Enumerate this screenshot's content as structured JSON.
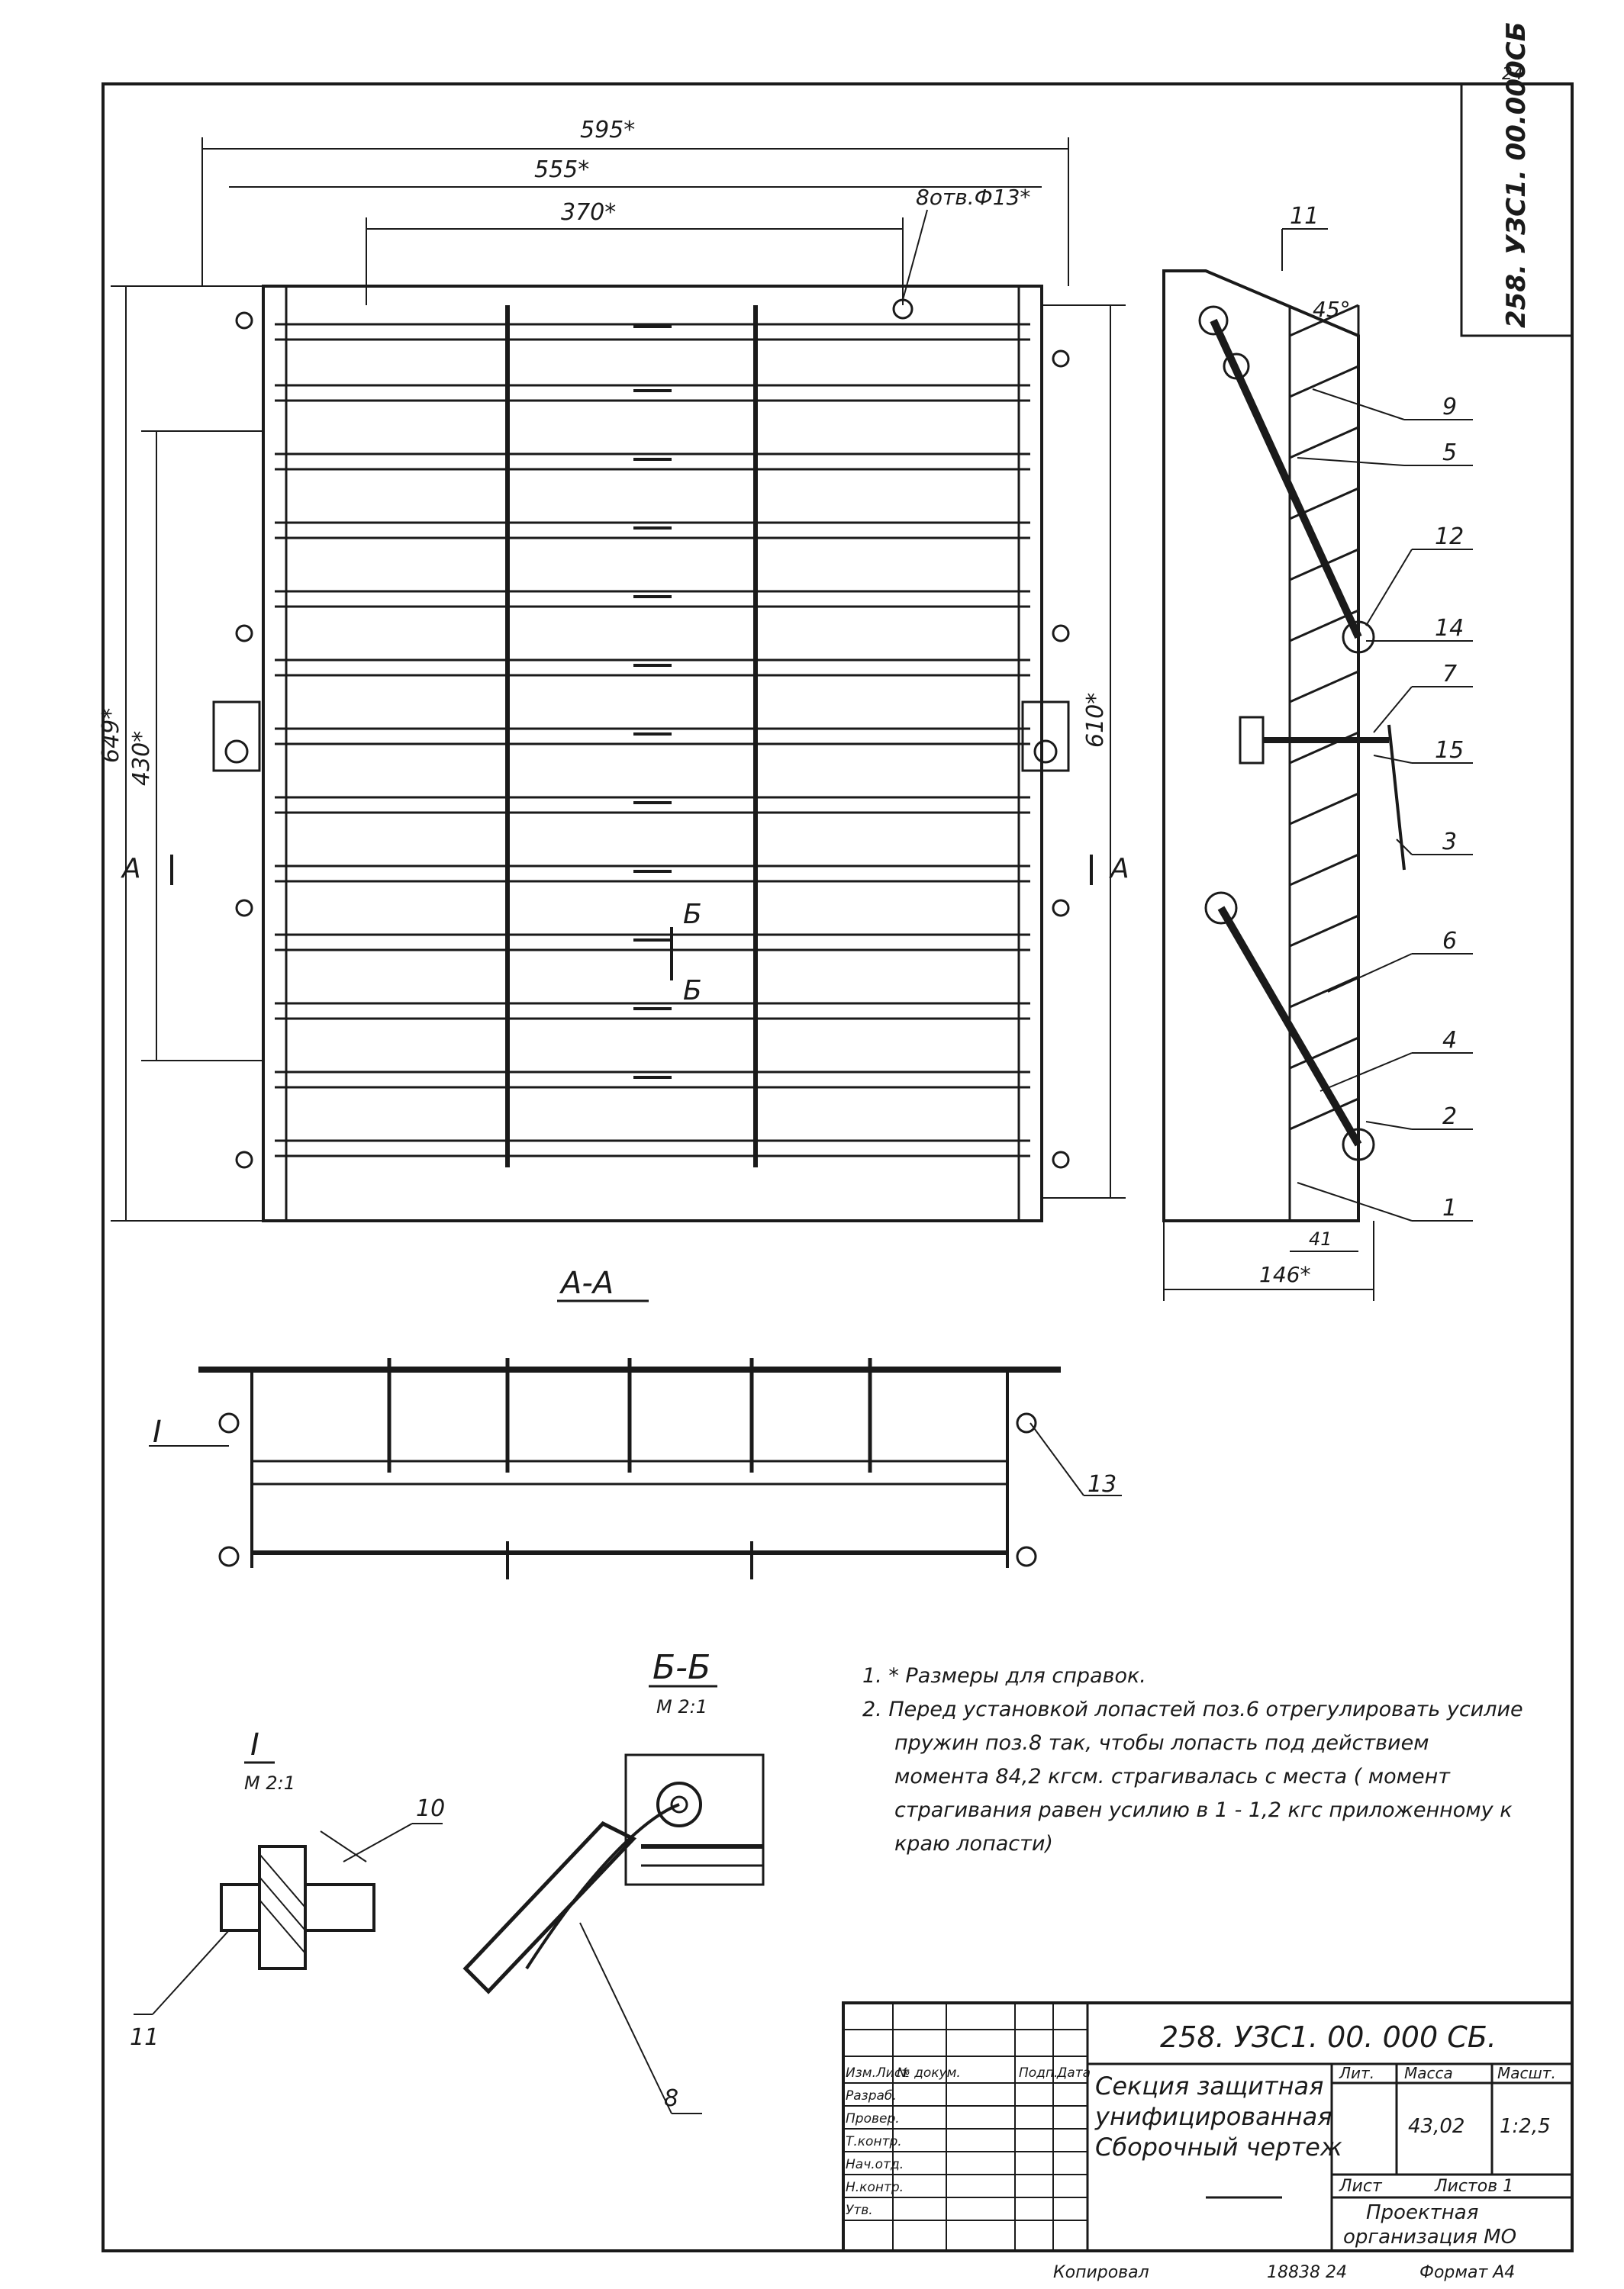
{
  "sheet": {
    "number": "24",
    "vertical_code": "258. УЗС1. 00.000СБ"
  },
  "front_view": {
    "dim_595": "595*",
    "dim_555": "555*",
    "dim_370": "370*",
    "holes": "8отв.Ф13*",
    "dim_649": "649*",
    "dim_430": "430*",
    "dim_610": "610*",
    "section_a": "А",
    "section_b": "Б"
  },
  "side_view": {
    "dim_146": "146*",
    "dim_41": "41",
    "angle": "45°",
    "callouts": [
      "11",
      "9",
      "5",
      "12",
      "14",
      "7",
      "15",
      "3",
      "6",
      "4",
      "2",
      "1"
    ]
  },
  "section_aa": {
    "title": "А-А",
    "detail_mark": "I",
    "callout": "13"
  },
  "section_bb": {
    "title": "Б-Б",
    "scale": "М 2:1",
    "callout": "8"
  },
  "detail_i": {
    "title": "I",
    "scale": "М 2:1",
    "callout_10": "10",
    "callout_11": "11"
  },
  "notes": [
    "1. * Размеры для справок.",
    "2. Перед установкой лопастей поз.6 отрегулировать усилие пружин поз.8 так, чтобы лопасть под действием момента 84,2 кгсм. страгивалась с места ( момент страгивания равен усилию в 1 - 1,2 кгс приложенному к краю лопасти)"
  ],
  "title_block": {
    "designation": "258. УЗС1. 00. 000 СБ.",
    "name_line1": "Секция защитная",
    "name_line2": "унифицированная",
    "name_line3": "Сборочный чертеж",
    "col_lit": "Лит.",
    "col_mass": "Масса",
    "col_scale": "Масшт.",
    "mass": "43,02",
    "scale": "1:2,5",
    "sheet_label": "Лист",
    "sheets_label": "Листов 1",
    "org_line1": "Проектная",
    "org_line2": "организация МО",
    "format": "Формат А4",
    "copied": "Копировал",
    "inventory": "18838 24",
    "rows": [
      "Изм.Лист",
      "Разраб.",
      "Провер.",
      "Т.контр.",
      "Нач.отд.",
      "Н.контр.",
      "Утв."
    ],
    "header_cols": [
      "№ докум.",
      "Подп.",
      "Дата"
    ]
  }
}
